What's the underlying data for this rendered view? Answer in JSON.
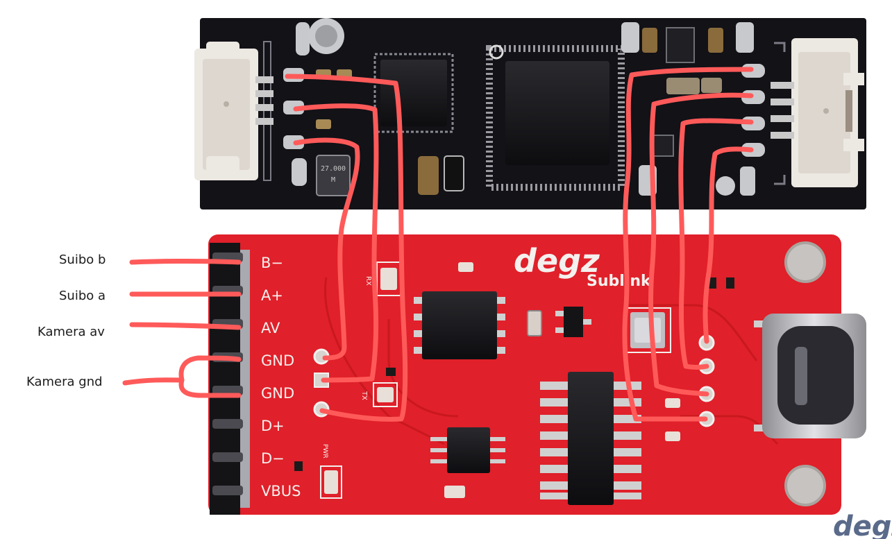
{
  "labels": {
    "suibo_b": "Suibo b",
    "suibo_a": "Suibo a",
    "kamera_av": "Kamera av",
    "kamera_gnd": "Kamera gnd"
  },
  "red_board": {
    "brand": "degz",
    "product": "Sublink",
    "led_rx": "RX",
    "led_tx": "TX",
    "led_pwr": "PWR",
    "pins": [
      "B−",
      "A+",
      "AV",
      "GND",
      "GND",
      "D+",
      "D−",
      "VBUS"
    ]
  },
  "black_board": {
    "crystal_marking_1": "27.000",
    "crystal_marking_2": "M"
  },
  "watermark": "degz",
  "colors": {
    "wire": "#ff5a5a",
    "red_pcb": "#e0202a",
    "black_pcb": "#121217",
    "silk": "#f4f0ee"
  }
}
